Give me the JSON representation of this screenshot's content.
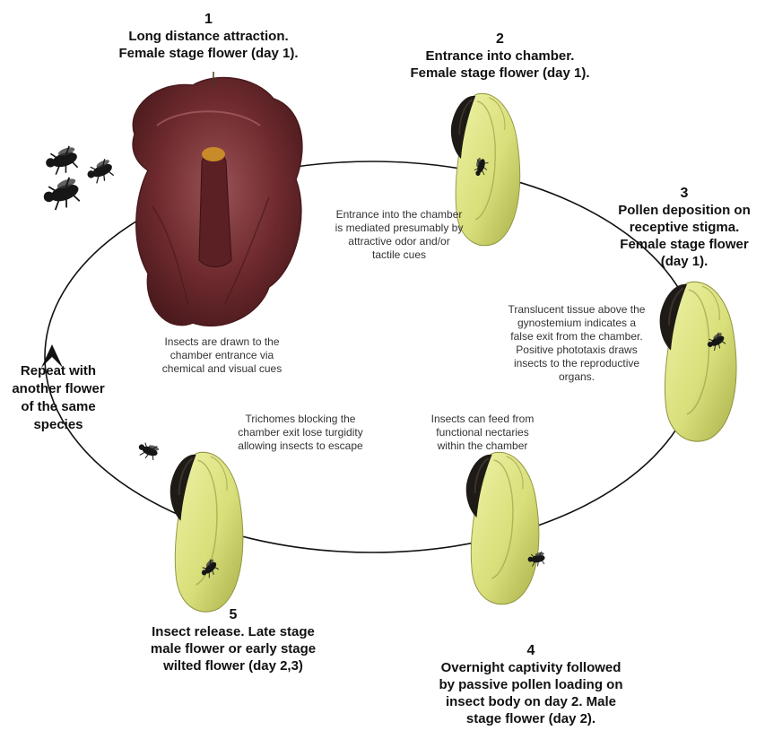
{
  "stages": [
    {
      "number": "1",
      "title": "Long distance attraction.\nFemale stage flower (day 1)."
    },
    {
      "number": "2",
      "title": "Entrance into chamber.\nFemale stage flower (day 1)."
    },
    {
      "number": "3",
      "title": "Pollen deposition on\nreceptive stigma.\nFemale stage flower\n(day 1)."
    },
    {
      "number": "4",
      "title": "Overnight captivity followed\nby passive pollen loading on\ninsect body on day 2. Male\nstage flower (day 2)."
    },
    {
      "number": "5",
      "title": "Insect release. Late stage\nmale flower or early stage\nwilted flower (day 2,3)"
    }
  ],
  "notes": {
    "attraction": "Insects are drawn to the\nchamber entrance via\nchemical and visual cues",
    "entrance": "Entrance into the chamber\nis mediated presumably by\nattractive odor and/or\ntactile cues",
    "phototaxis": "Translucent tissue above the\ngynostemium indicates a\nfalse exit from the chamber.\nPositive phototaxis draws\ninsects to the reproductive\norgans.",
    "nectaries": "Insects can feed from\nfunctional nectaries\nwithin the chamber",
    "trichomes": "Trichomes blocking the\nchamber exit lose turgidity\nallowing insects to escape"
  },
  "repeat_label": "Repeat with\nanother flower\nof the same\nspecies",
  "colors": {
    "flower_maroon": "#6e2a2e",
    "flower_maroon_light": "#9a5356",
    "flower_gold": "#c98a2a",
    "chamber_yellow": "#d9df7a",
    "chamber_yellow_dark": "#a9b04a",
    "trichome_dark": "#1e1a16",
    "insect": "#161616",
    "cycle_line": "#111111"
  }
}
